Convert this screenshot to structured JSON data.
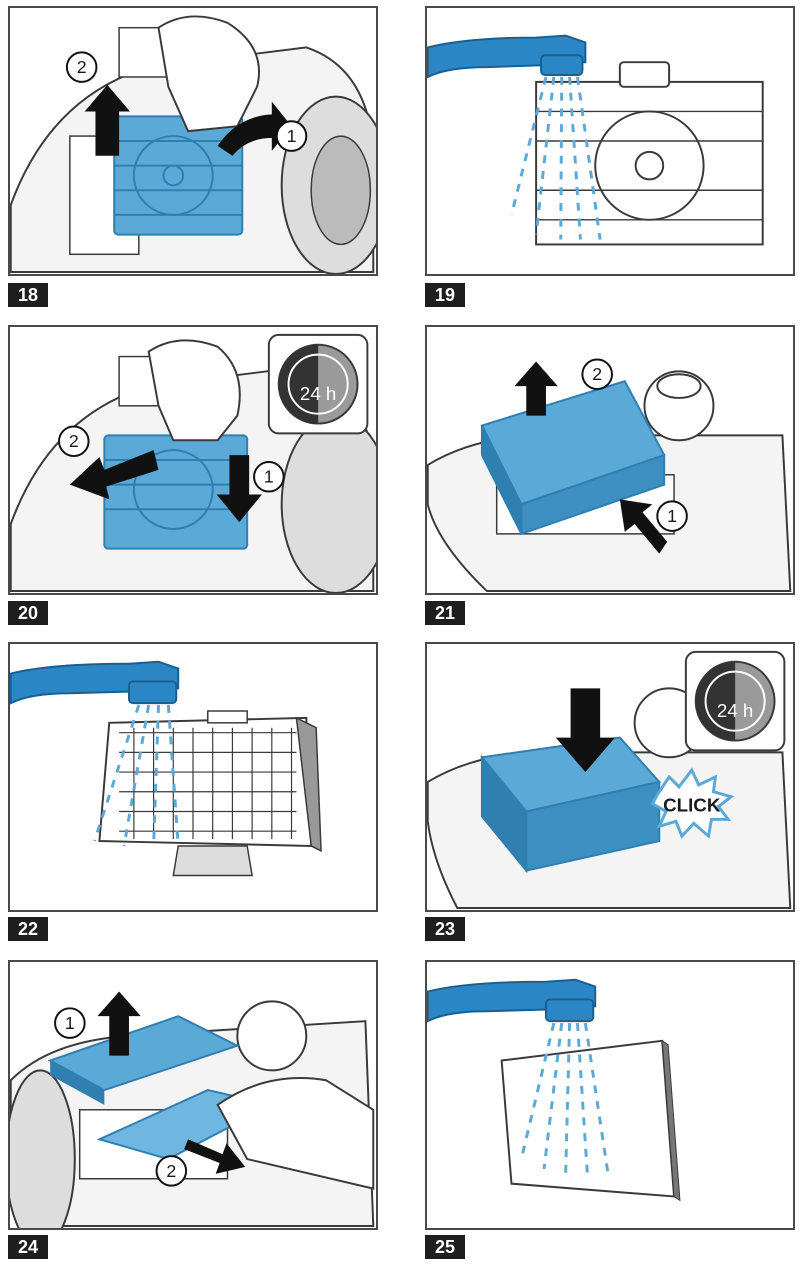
{
  "steps": [
    {
      "label": "18",
      "markers": [
        "1",
        "2"
      ]
    },
    {
      "label": "19"
    },
    {
      "label": "20",
      "markers": [
        "1",
        "2"
      ],
      "timer": "24 h"
    },
    {
      "label": "21",
      "markers": [
        "1",
        "2"
      ]
    },
    {
      "label": "22"
    },
    {
      "label": "23",
      "timer": "24 h",
      "callout": "CLICK"
    },
    {
      "label": "24",
      "markers": [
        "1",
        "2"
      ]
    },
    {
      "label": "25"
    }
  ],
  "colors": {
    "part_blue": "#5aa9d6",
    "part_blue_dark": "#2f7fb1",
    "tap_blue": "#2b86c5",
    "outline": "#3a3a3a",
    "label_bg": "#1e1e1e"
  },
  "icons": [
    "water-tap-icon",
    "timer-24h-icon",
    "arrow-icon",
    "click-burst-icon"
  ]
}
